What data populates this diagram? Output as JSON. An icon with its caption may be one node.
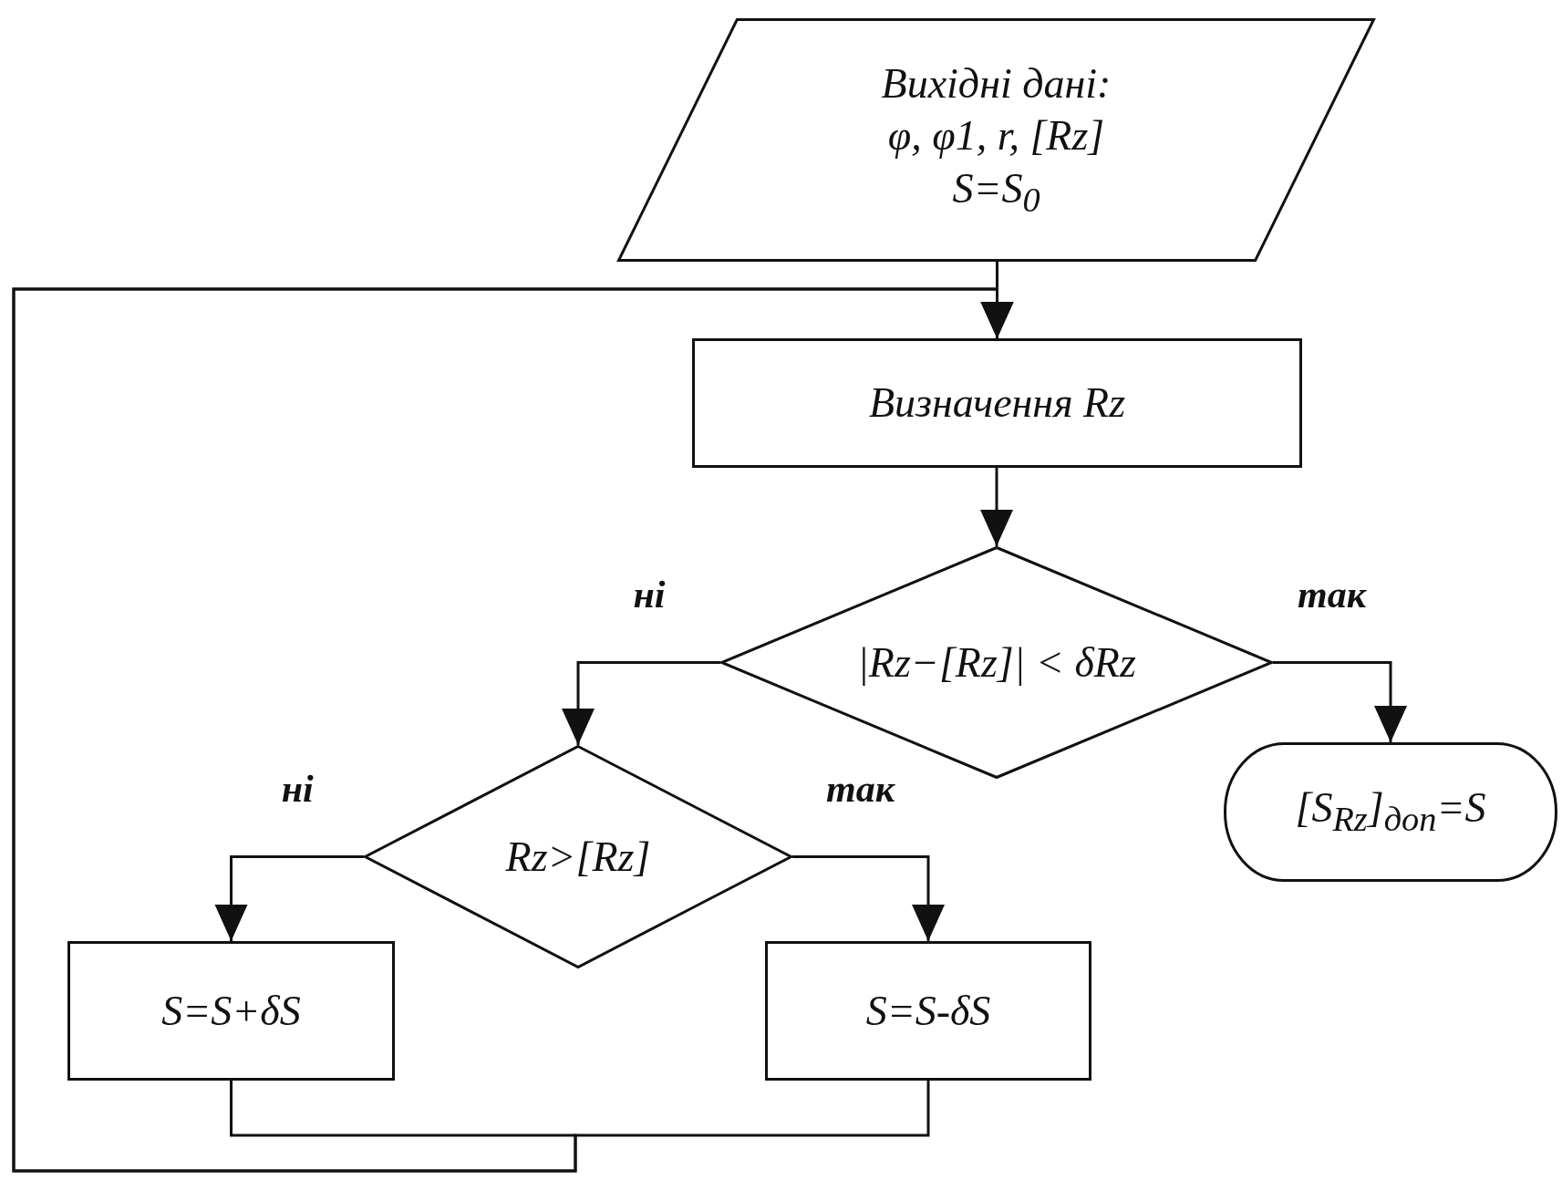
{
  "diagram": {
    "nodes": [
      {
        "text": [
          "Вихідні дані:",
          "φ, φ1, r, [Rz]",
          "S=S$_{0}$"
        ]
      },
      {
        "text": [
          "Визначення Rz"
        ]
      },
      {
        "text": [
          "|Rz−[Rz]| < δRz"
        ]
      },
      {
        "text": [
          "[S$_{Rz}$]$_{доп}$=S"
        ]
      },
      {
        "text": [
          "Rz>[Rz]"
        ]
      },
      {
        "text": [
          "S=S+δS"
        ]
      },
      {
        "text": [
          "S=S-δS"
        ]
      }
    ],
    "edges": [
      {
        "from": 0,
        "to": 1,
        "arrow": "to"
      },
      {
        "from": 1,
        "to": 2,
        "arrow": "to"
      },
      {
        "from": 2,
        "to": 4,
        "arrow": "to",
        "label": "ні"
      },
      {
        "from": 2,
        "to": 3,
        "arrow": "to",
        "label": "так"
      },
      {
        "from": 4,
        "to": 5,
        "arrow": "to",
        "label": "ні"
      },
      {
        "from": 4,
        "to": 6,
        "arrow": "to",
        "label": "так"
      },
      {
        "from": 5,
        "to": 1,
        "arrow": "to"
      },
      {
        "from": 6,
        "to": 1,
        "arrow": "to"
      }
    ]
  }
}
